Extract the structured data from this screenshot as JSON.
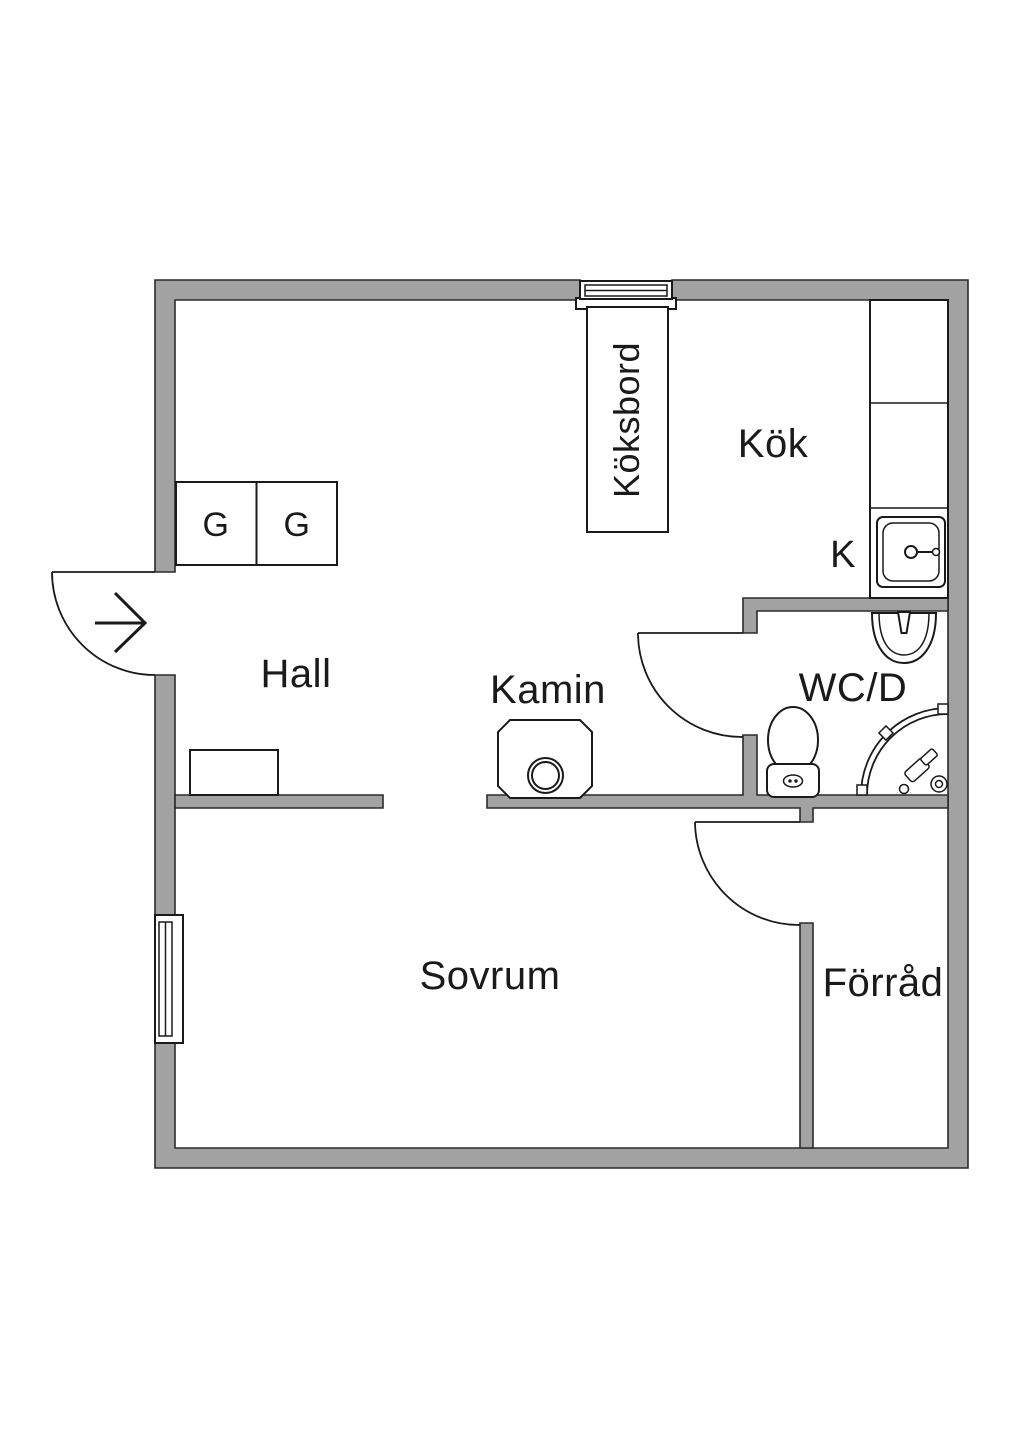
{
  "plan": {
    "type": "floor-plan",
    "labels": {
      "hall": "Hall",
      "kok": "Kök",
      "k": "K",
      "wcd": "WC/D",
      "kamin": "Kamin",
      "koksbord": "Köksbord",
      "sovrum": "Sovrum",
      "forrad": "Förråd",
      "g1": "G",
      "g2": "G"
    },
    "colors": {
      "wall": "#a2a2a2",
      "line": "#1a1a1a",
      "background": "#ffffff"
    }
  }
}
